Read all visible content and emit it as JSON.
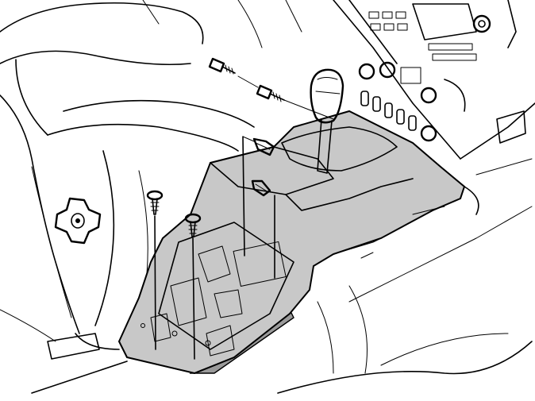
{
  "diagram": {
    "colors": {
      "background": "#ffffff",
      "line": "#000000",
      "console": "#c8c8c8",
      "console_shadow": "#9a9a9a"
    },
    "parts": [
      "passenger-seat",
      "seat-adjust-knob",
      "center-console",
      "gear-selector",
      "center-stack-panel",
      "fastening-screws"
    ],
    "screw_count": 6
  }
}
